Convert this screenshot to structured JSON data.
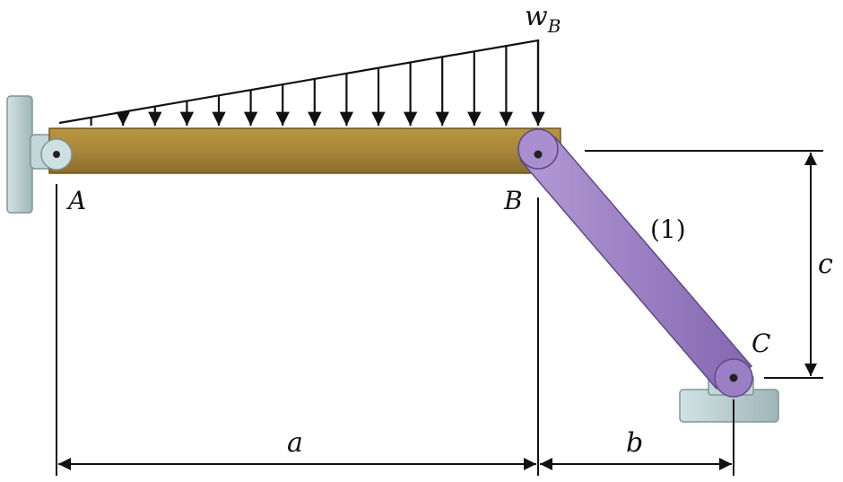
{
  "labels": {
    "load": "w",
    "load_subscript": "B",
    "point_a": "A",
    "point_b": "B",
    "point_c": "C",
    "member": "(1)",
    "dim_a": "a",
    "dim_b": "b",
    "dim_c": "c"
  },
  "colors": {
    "beam": "#a8863a",
    "beam_dark": "#6e5520",
    "link": "#9b7fc4",
    "link_dark": "#5e4a82",
    "support": "#b9cdd0",
    "support_dark": "#7f9598",
    "line": "#111111"
  },
  "load": {
    "distribution": "triangular",
    "value_at_A": 0,
    "value_at_B_label": "w_B",
    "arrow_count": 15
  },
  "icons": {
    "wall_support": "pin-support-wall-icon",
    "pin": "pin-joint-icon",
    "ground_support": "pin-support-ground-icon"
  }
}
